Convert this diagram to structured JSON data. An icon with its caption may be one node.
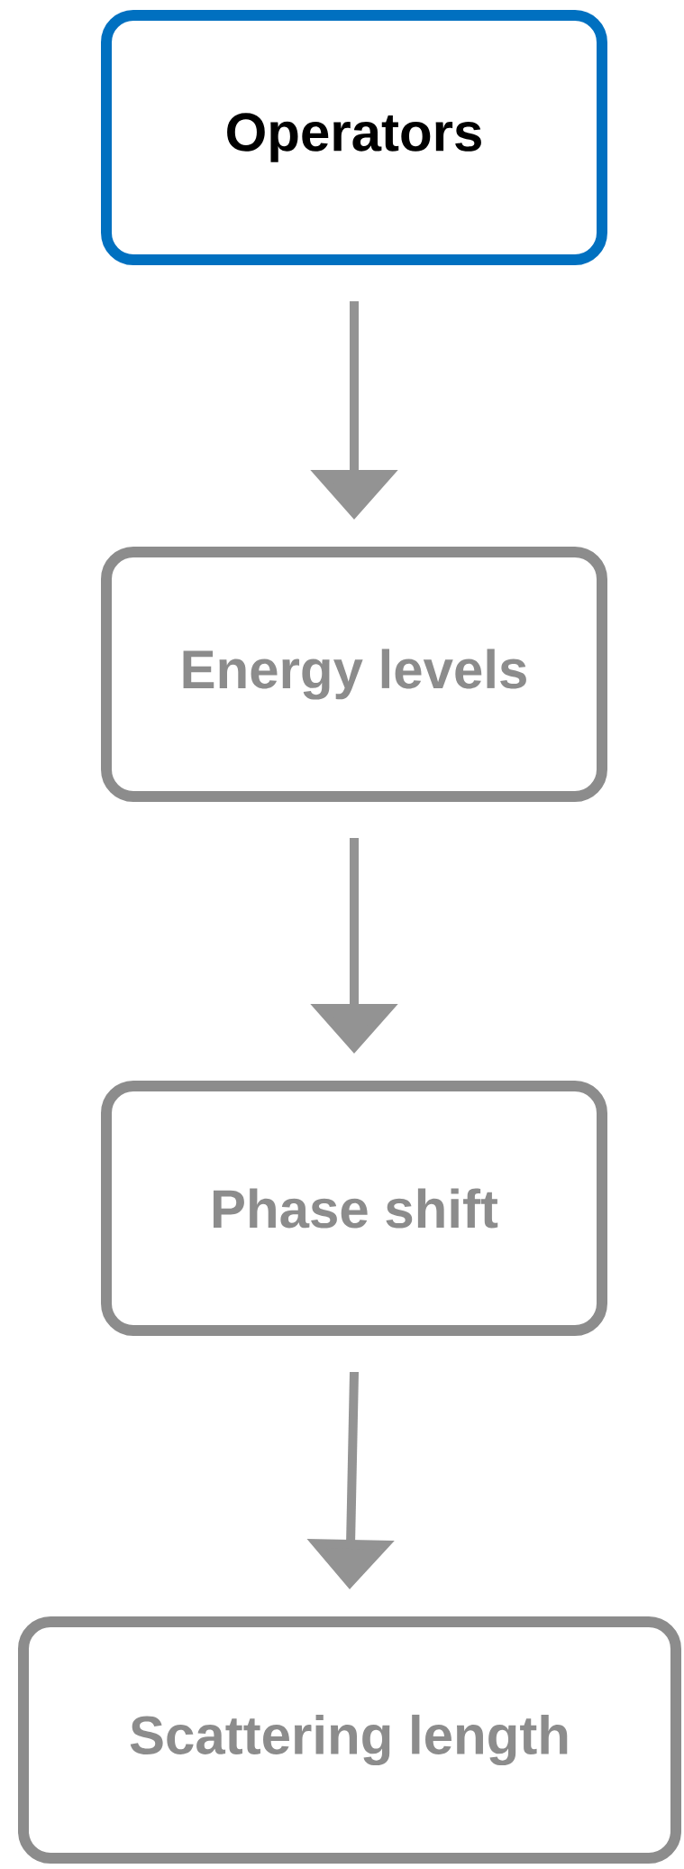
{
  "diagram": {
    "nodes": [
      {
        "text": [
          "Operators"
        ]
      },
      {
        "text": [
          "Energy levels"
        ]
      },
      {
        "text": [
          "Phase shift"
        ]
      },
      {
        "text": [
          "Scattering length"
        ]
      }
    ],
    "edges": [
      {
        "from": 0,
        "to": 1,
        "arrow": "to"
      },
      {
        "from": 1,
        "to": 2,
        "arrow": "to"
      },
      {
        "from": 2,
        "to": 3,
        "arrow": "to"
      }
    ]
  }
}
